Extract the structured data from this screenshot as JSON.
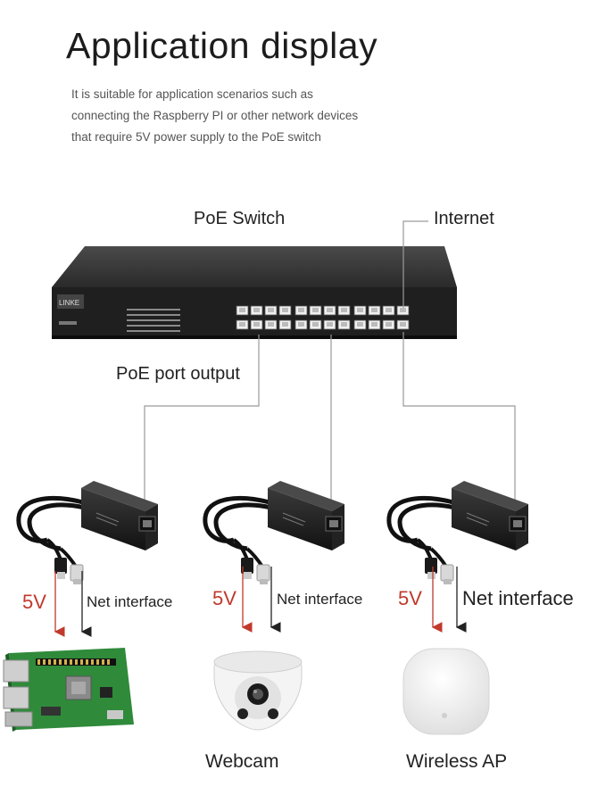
{
  "title": "Application display",
  "description": [
    "It is suitable for application scenarios such as",
    "connecting the Raspberry PI or other network devices",
    "that require 5V power supply to the PoE switch"
  ],
  "labels": {
    "poe_switch": "PoE Switch",
    "internet": "Internet",
    "poe_port_output": "PoE port output",
    "voltage": "5V",
    "net_interface": "Net interface",
    "webcam": "Webcam",
    "wireless_ap": "Wireless AP"
  },
  "switch_brand_text": "LINKE",
  "colors": {
    "voltage_arrow": "#c0392b",
    "net_arrow": "#222222",
    "connector_line": "#9a9a9a",
    "switch_body": "#2b2b2b"
  }
}
